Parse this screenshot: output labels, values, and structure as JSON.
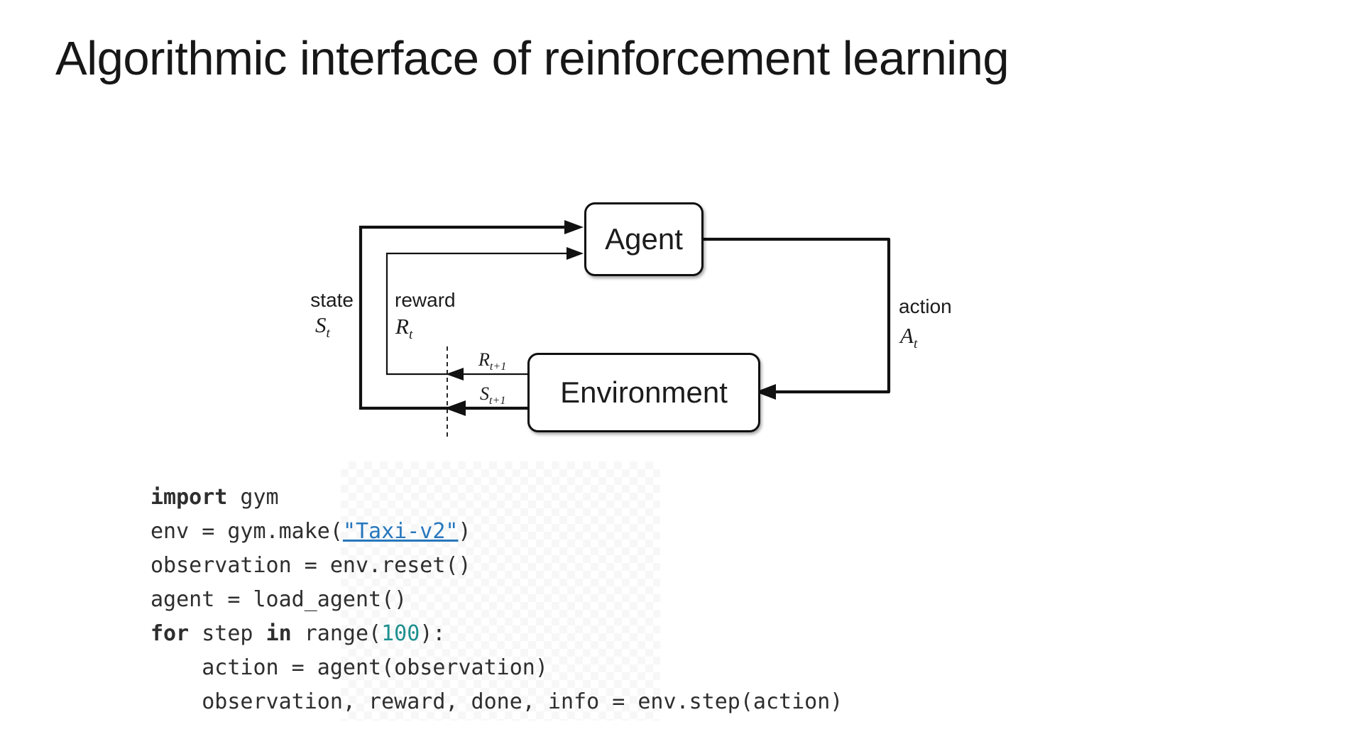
{
  "slide": {
    "title": "Algorithmic interface of reinforcement learning"
  },
  "diagram": {
    "agent_label": "Agent",
    "environment_label": "Environment",
    "state_label": "state",
    "state_symbol": "S",
    "state_sub": "t",
    "reward_label": "reward",
    "reward_symbol": "R",
    "reward_sub": "t",
    "action_label": "action",
    "action_symbol": "A",
    "action_sub": "t",
    "next_reward_symbol": "R",
    "next_reward_sub": "t+1",
    "next_state_symbol": "S",
    "next_state_sub": "t+1"
  },
  "code": {
    "lines": [
      [
        {
          "t": "import",
          "c": "kw"
        },
        {
          "t": " gym",
          "c": "p"
        }
      ],
      [
        {
          "t": "env = gym.make(",
          "c": "p"
        },
        {
          "t": "\"Taxi-v2\"",
          "c": "link"
        },
        {
          "t": ")",
          "c": "p"
        }
      ],
      [
        {
          "t": "observation = env.reset()",
          "c": "p"
        }
      ],
      [
        {
          "t": "agent = load_agent()",
          "c": "p"
        }
      ],
      [
        {
          "t": "for",
          "c": "kw"
        },
        {
          "t": " step ",
          "c": "p"
        },
        {
          "t": "in",
          "c": "kw"
        },
        {
          "t": " range(",
          "c": "p"
        },
        {
          "t": "100",
          "c": "num"
        },
        {
          "t": "):",
          "c": "p"
        }
      ],
      [
        {
          "t": "    action = agent(observation)",
          "c": "p"
        }
      ],
      [
        {
          "t": "    observation, reward, done, info = env.step(action)",
          "c": "p"
        }
      ]
    ]
  },
  "colors": {
    "code_text": "#2e2e2e",
    "link_blue": "#2777bd",
    "number_teal": "#1d8f8f",
    "diagram_ink": "#111111"
  }
}
